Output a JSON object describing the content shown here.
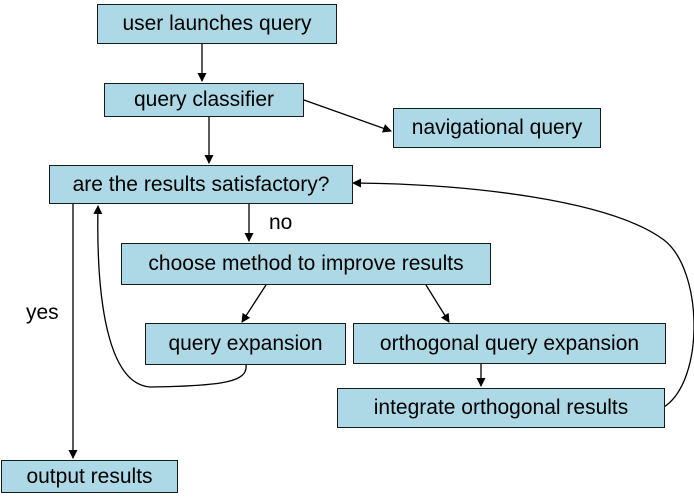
{
  "colors": {
    "node_fill": "#add8e6",
    "node_border": "#1a1a1a",
    "edge": "#000000"
  },
  "nodes": {
    "launch": "user launches query",
    "classifier": "query classifier",
    "navigational": "navigational query",
    "satisfactory": "are the results satisfactory?",
    "choose": "choose method to improve results",
    "expansion": "query expansion",
    "orthogonal": "orthogonal query expansion",
    "integrate": "integrate orthogonal results",
    "output": "output results"
  },
  "edge_labels": {
    "no": "no",
    "yes": "yes"
  }
}
